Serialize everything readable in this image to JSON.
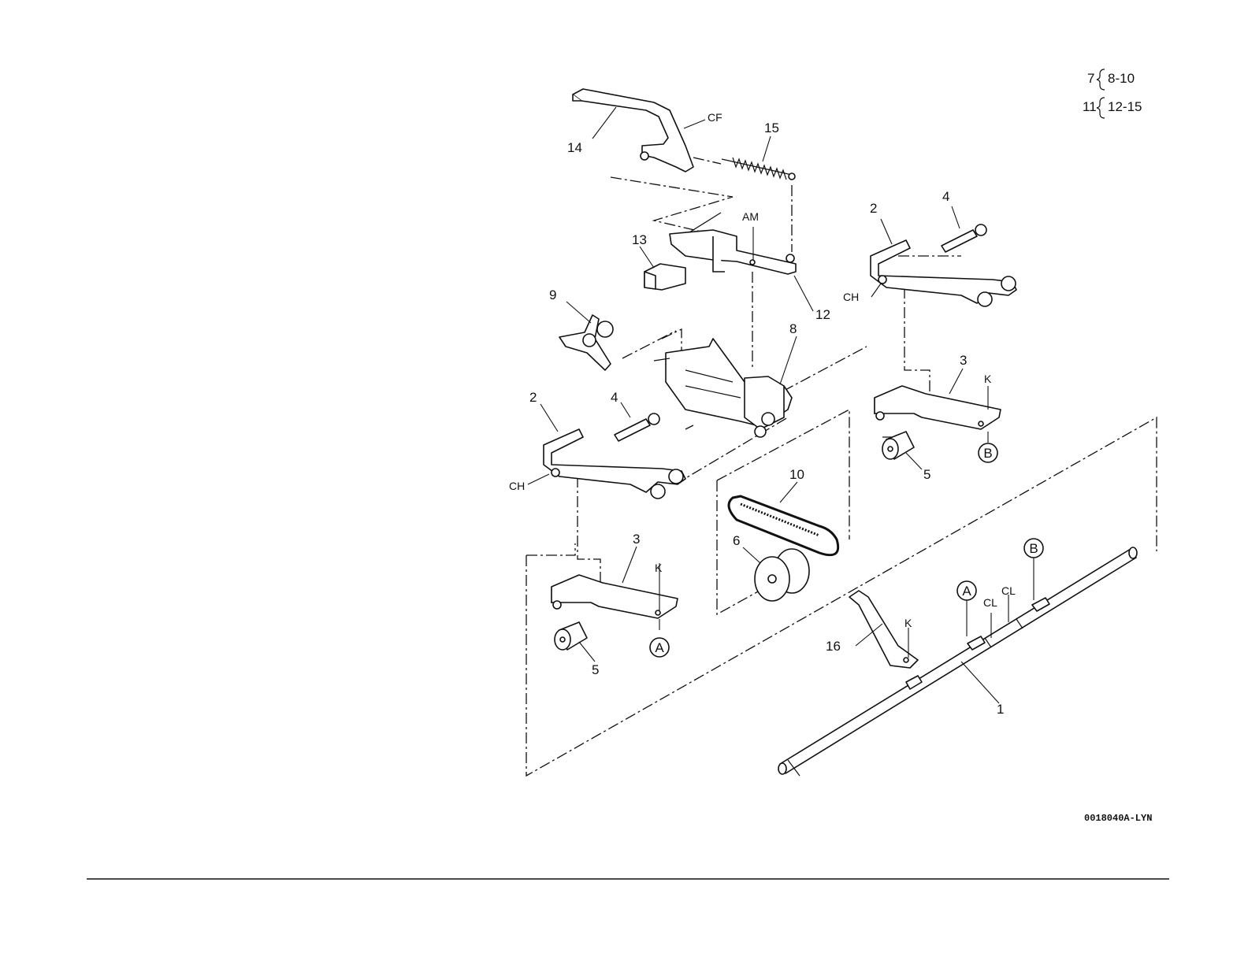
{
  "legend": {
    "group1": {
      "number": "7",
      "range": "8-10"
    },
    "group2": {
      "number": "11",
      "range": "12-15"
    }
  },
  "figure_id": "0018040A-LYN",
  "callouts": {
    "c1": "1",
    "c2a": "2",
    "c2b": "2",
    "c3a": "3",
    "c3b": "3",
    "c4a": "4",
    "c4b": "4",
    "c5a": "5",
    "c5b": "5",
    "c6": "6",
    "c8": "8",
    "c9": "9",
    "c10": "10",
    "c12": "12",
    "c13": "13",
    "c14": "14",
    "c15": "15",
    "c16": "16"
  },
  "codes": {
    "cf": "CF",
    "am": "AM",
    "ch1": "CH",
    "ch2": "CH",
    "k1": "K",
    "k2": "K",
    "k3": "K",
    "cl1": "CL",
    "cl2": "CL"
  },
  "markers": {
    "a1": "A",
    "a2": "A",
    "b1": "B",
    "b2": "B"
  }
}
